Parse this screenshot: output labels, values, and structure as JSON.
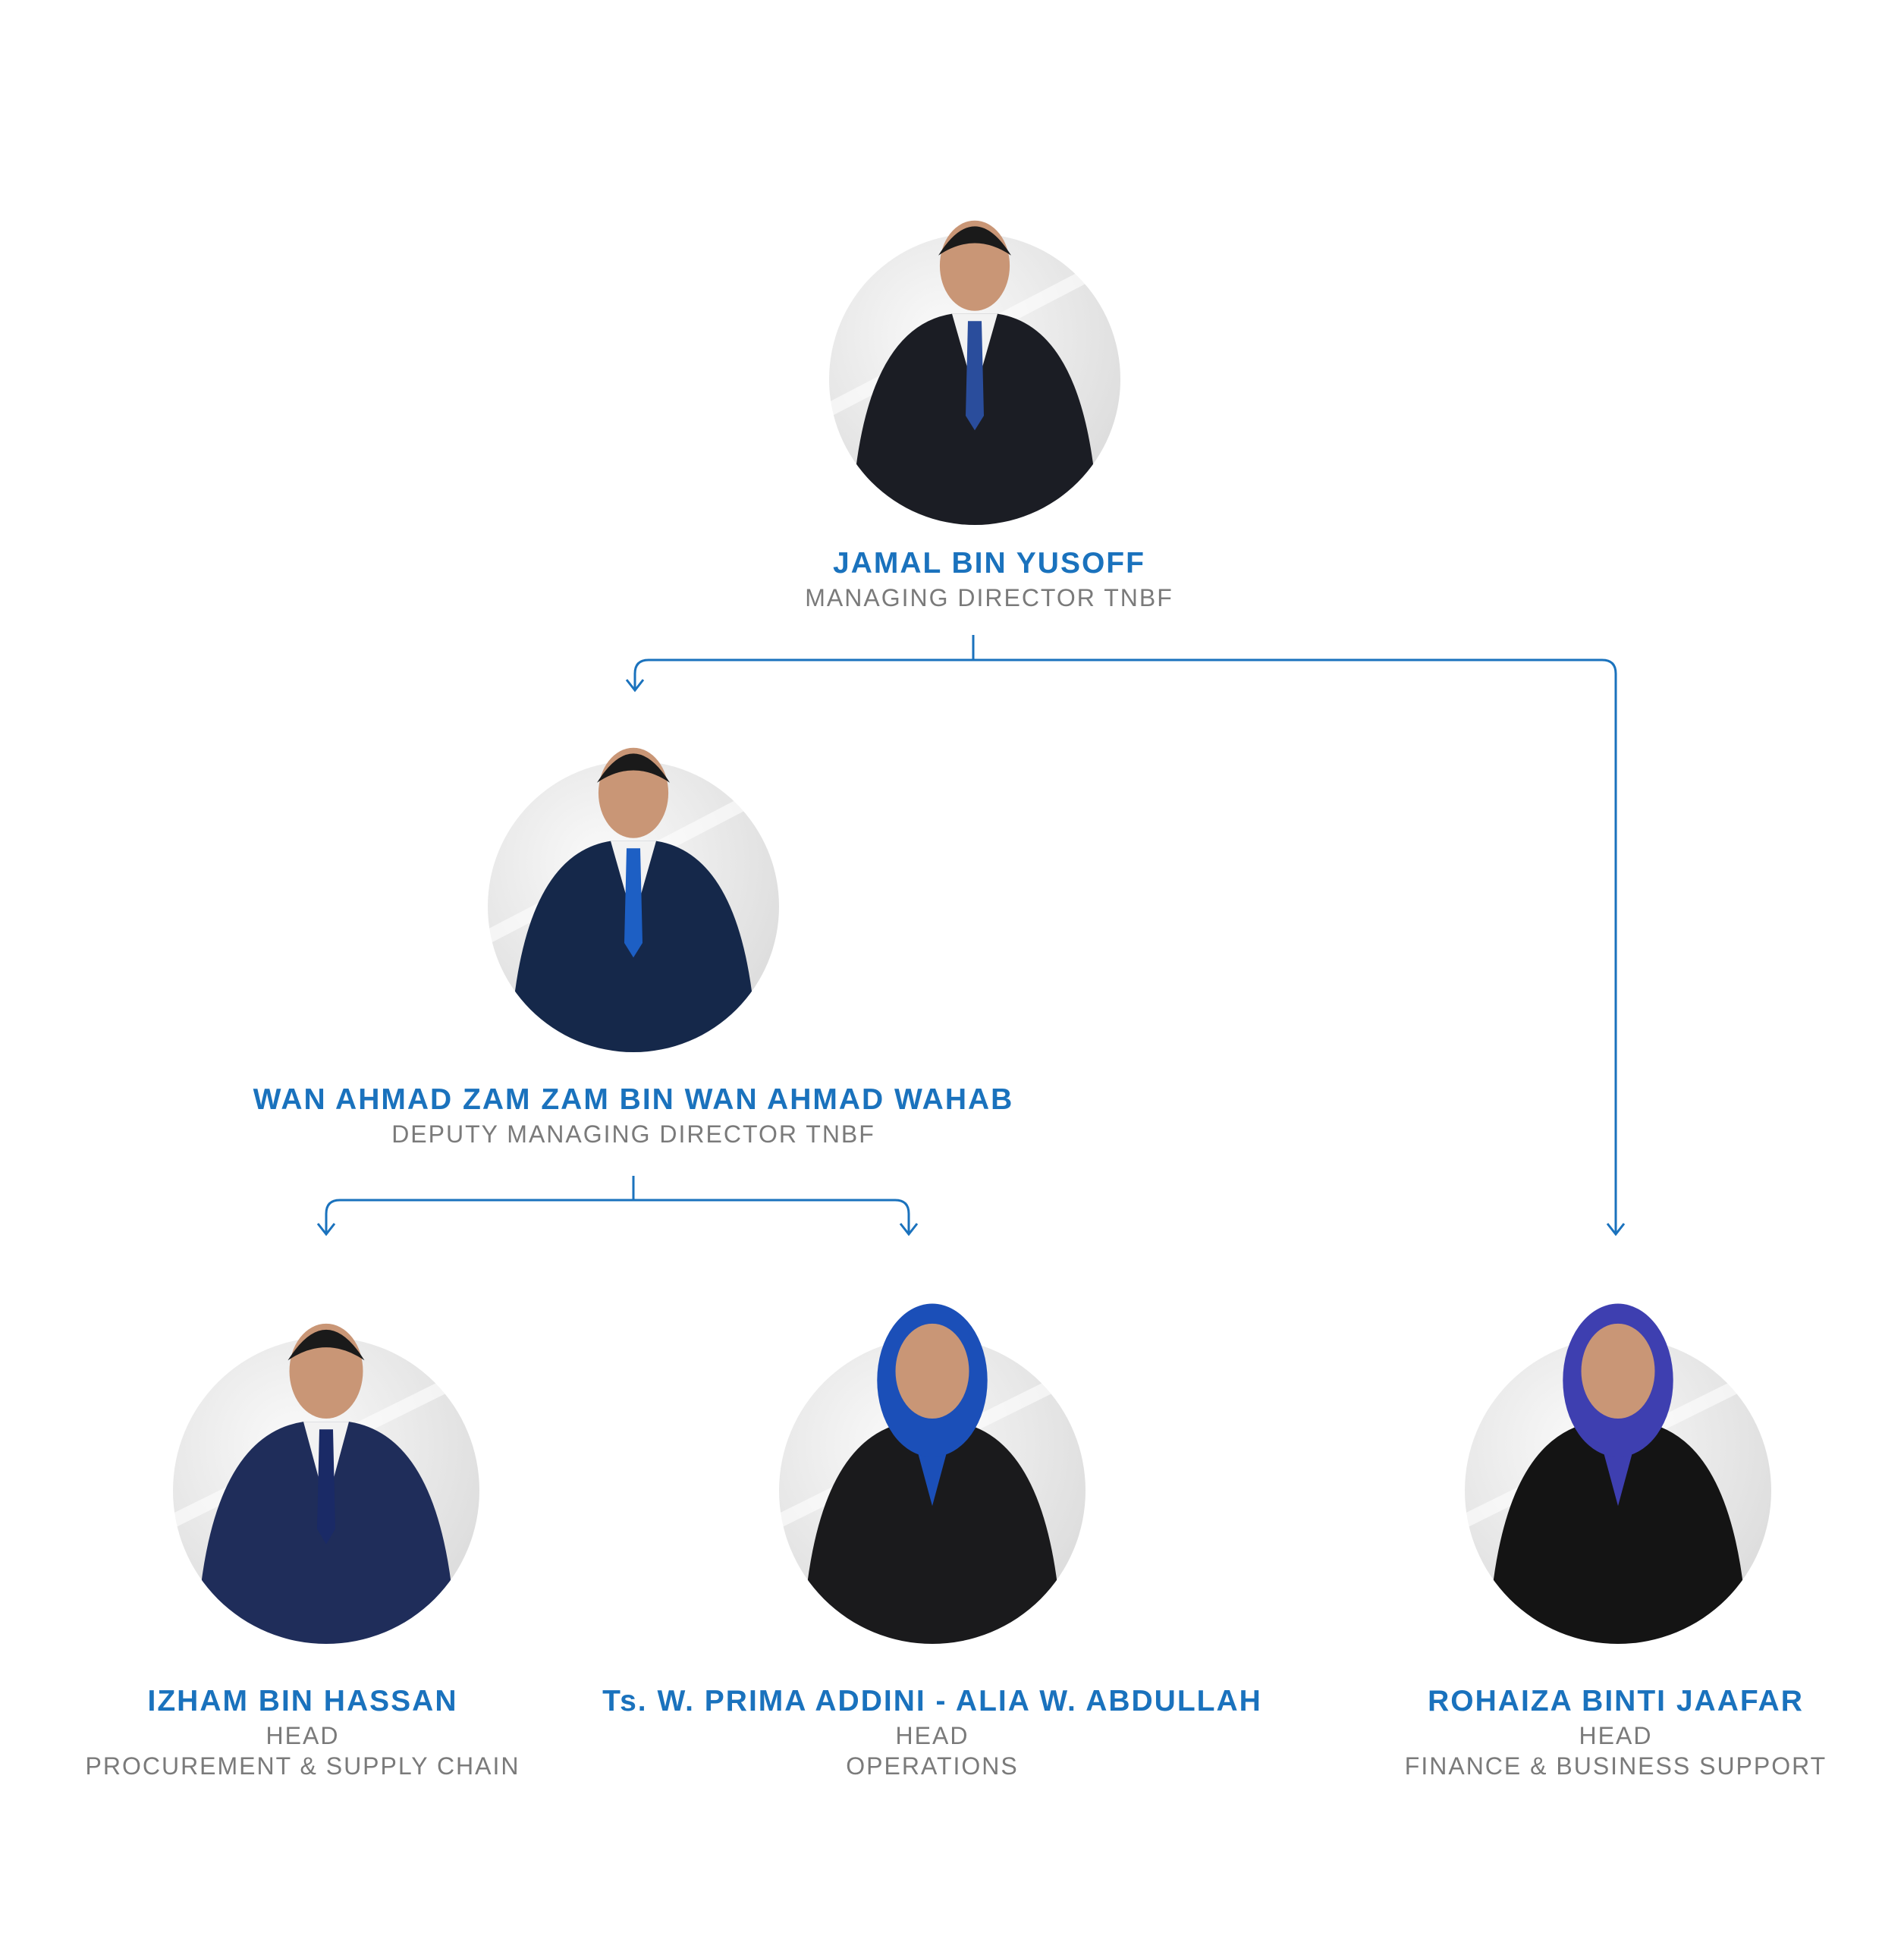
{
  "colors": {
    "accent": "#1a72bd",
    "subtitle": "#7a7a7a",
    "connector": "#1a72bd"
  },
  "people": [
    {
      "name": "JAMAL BIN YUSOFF",
      "role_lines": [
        "MANAGING DIRECTOR TNBF"
      ],
      "suit": "#1b1d24",
      "tie": "#2a4d9c"
    },
    {
      "name": "WAN AHMAD ZAM ZAM BIN WAN AHMAD WAHAB",
      "role_lines": [
        "DEPUTY MANAGING DIRECTOR TNBF"
      ],
      "suit": "#15284a",
      "tie": "#1d5fc4"
    },
    {
      "name": "IZHAM BIN HASSAN",
      "role_lines": [
        "HEAD",
        "PROCUREMENT & SUPPLY CHAIN"
      ],
      "suit": "#1f2d5a",
      "tie": "#1a2a66"
    },
    {
      "name": "Ts. W. PRIMA ADDINI - ALIA W. ABDULLAH",
      "role_lines": [
        "HEAD",
        "OPERATIONS"
      ],
      "suit": "#1a1a1c",
      "tie": "#1b4fb8"
    },
    {
      "name": "ROHAIZA BINTI JAAFAR",
      "role_lines": [
        "HEAD",
        "FINANCE & BUSINESS SUPPORT"
      ],
      "suit": "#141414",
      "tie": "#3e3fb0"
    }
  ]
}
